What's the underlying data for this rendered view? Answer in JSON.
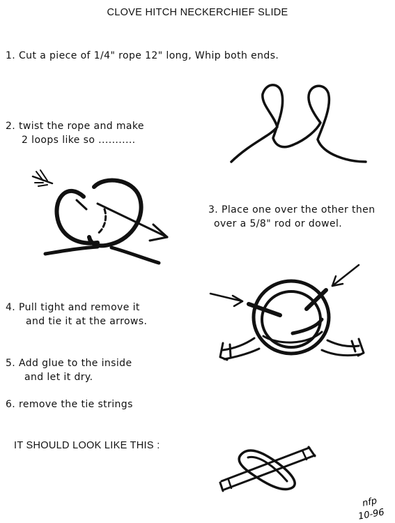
{
  "title": "CLOVE HITCH NECKERCHIEF SLIDE",
  "steps": [
    {
      "lines": [
        "1. Cut a piece of 1/4\" rope 12\" long, Whip both ends."
      ]
    },
    {
      "lines": [
        "2. twist the rope and make",
        "2 loops like so ..........."
      ]
    },
    {
      "lines": [
        "3. Place one over the other then",
        "over a 5/8\" rod or dowel."
      ]
    },
    {
      "lines": [
        "4. Pull tight and remove it",
        "and tie it at the arrows."
      ]
    },
    {
      "lines": [
        "5. Add glue to the inside",
        "and let it dry."
      ]
    },
    {
      "lines": [
        "6. remove the tie strings"
      ]
    }
  ],
  "final_text": "IT SHOULD LOOK LIKE THIS :",
  "signature": {
    "initials": "nfp",
    "date": "10-96"
  }
}
